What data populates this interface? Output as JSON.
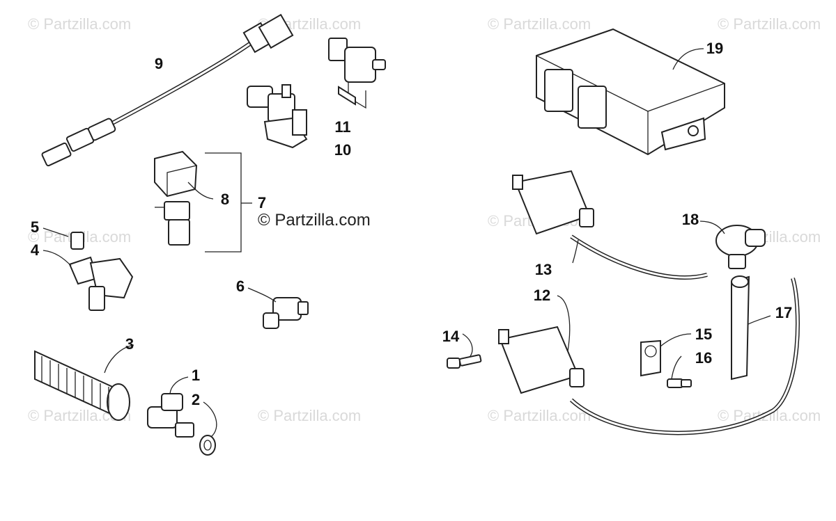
{
  "watermark_text": "© Partzilla.com",
  "center_watermark_text": "© Partzilla.com",
  "callouts": {
    "n1": "1",
    "n2": "2",
    "n3": "3",
    "n4": "4",
    "n5": "5",
    "n6": "6",
    "n7": "7",
    "n8": "8",
    "n9": "9",
    "n10": "10",
    "n11": "11",
    "n12": "12",
    "n13": "13",
    "n14": "14",
    "n15": "15",
    "n16": "16",
    "n17": "17",
    "n18": "18",
    "n19": "19"
  }
}
